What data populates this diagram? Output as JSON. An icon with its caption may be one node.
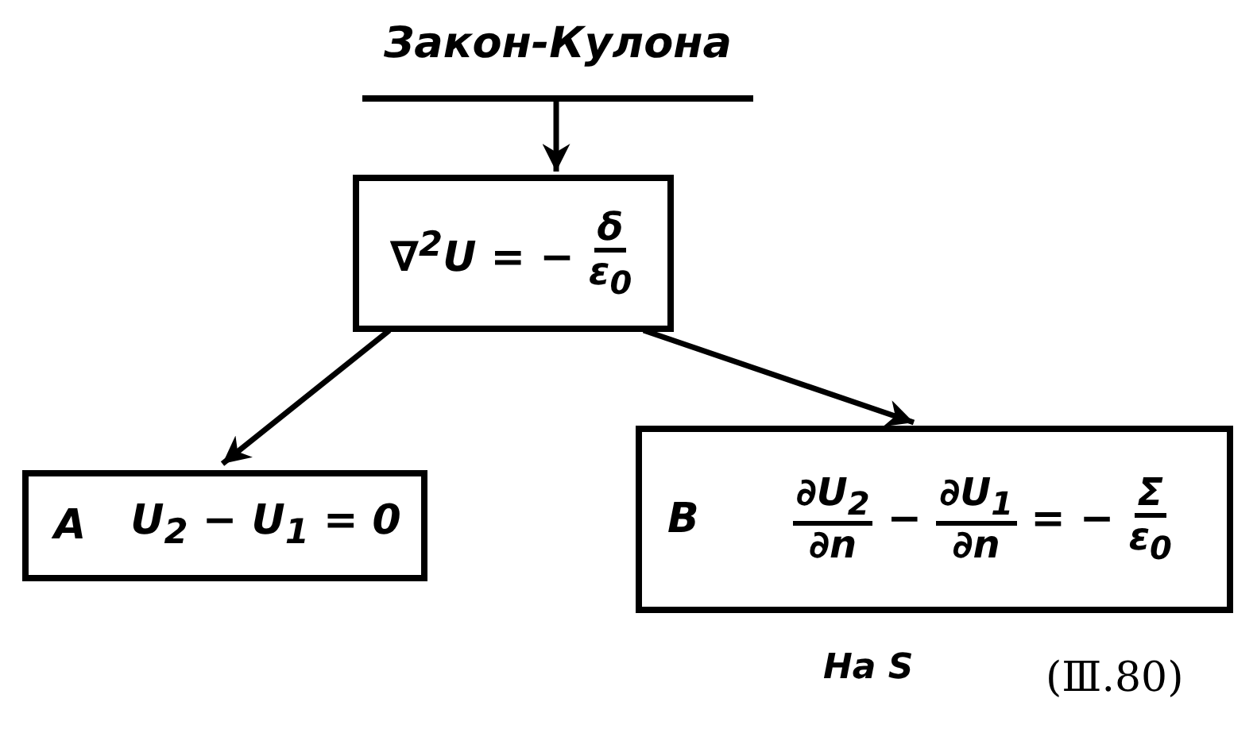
{
  "diagram": {
    "nodes": [
      {
        "text": [
          "Закон-Кулона"
        ]
      },
      {
        "text": [
          "∇$^{2}$U = −",
          "δ",
          "ε$_{0}$"
        ]
      },
      {
        "text": [
          "A",
          "U$_{2}$ − U$_{1}$ = 0"
        ]
      },
      {
        "text": [
          "B",
          "∂U$_{2}$",
          "∂n",
          "−",
          "∂U$_{1}$",
          "∂n",
          "= −",
          "Σ",
          "ε$_{0}$"
        ],
        "beside": [
          "На S"
        ]
      }
    ],
    "edges": [
      {
        "from": 0,
        "to": 1,
        "arrow": "to"
      },
      {
        "from": 1,
        "to": 2,
        "arrow": "to"
      },
      {
        "from": 1,
        "to": 3,
        "arrow": "to"
      }
    ],
    "labels": [
      "(Ⅲ.80)"
    ]
  }
}
